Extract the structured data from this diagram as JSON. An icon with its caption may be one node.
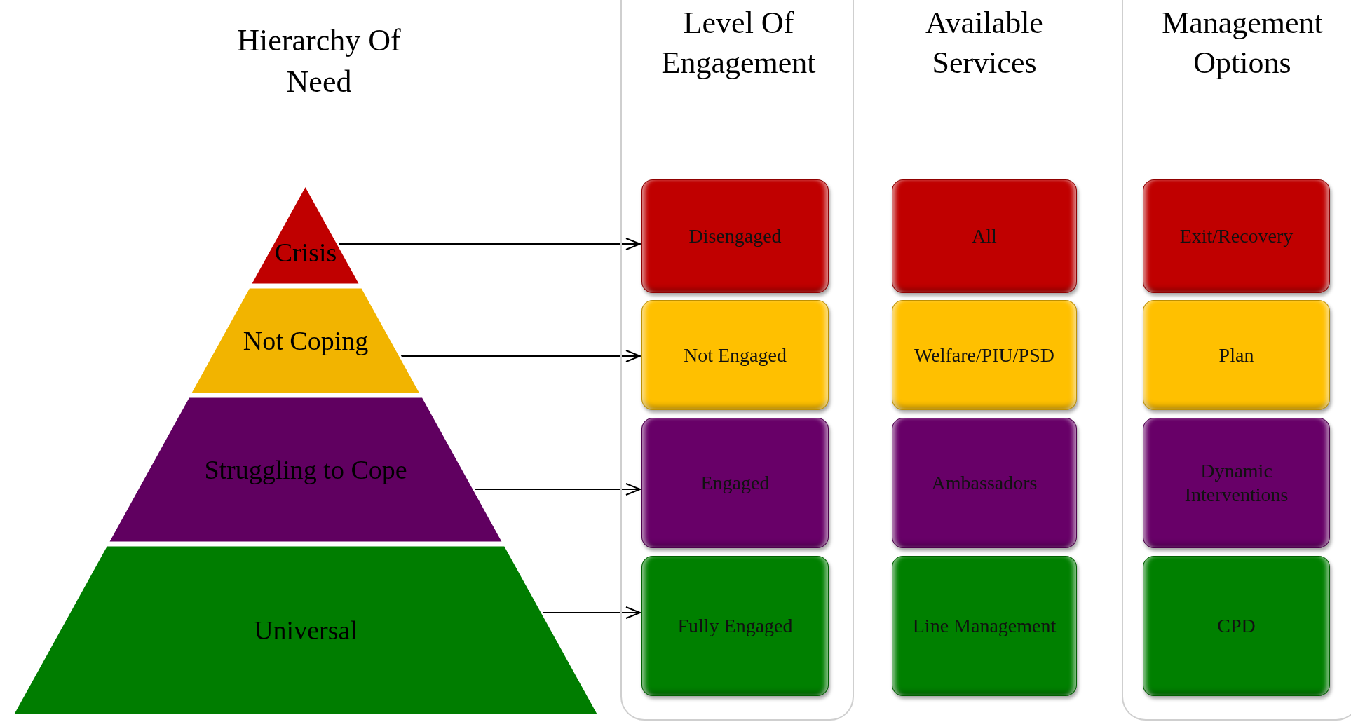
{
  "diagram": {
    "title": "Hierarchy Of Need",
    "nodes": [
      {
        "text": [
          "Crisis"
        ]
      },
      {
        "text": [
          "Not Coping"
        ]
      },
      {
        "text": [
          "Struggling to Cope"
        ]
      },
      {
        "text": [
          "Universal"
        ]
      },
      {
        "text": [
          "Level Of Engagement"
        ]
      },
      {
        "text": [
          "Disengaged"
        ],
        "in": 4
      },
      {
        "text": [
          "Not Engaged"
        ],
        "in": 4
      },
      {
        "text": [
          "Engaged"
        ],
        "in": 4
      },
      {
        "text": [
          "Fully Engaged"
        ],
        "in": 4
      },
      {
        "text": [
          "All"
        ]
      },
      {
        "text": [
          "Welfare/PIU/PSD"
        ]
      },
      {
        "text": [
          "Ambassadors"
        ]
      },
      {
        "text": [
          "Line Management"
        ]
      },
      {
        "text": [
          "Management Options"
        ]
      },
      {
        "text": [
          "Exit/Recovery"
        ],
        "in": 13
      },
      {
        "text": [
          "Plan"
        ],
        "in": 13
      },
      {
        "text": [
          "Dynamic Interventions"
        ],
        "in": 13
      },
      {
        "text": [
          "CPD"
        ],
        "in": 13
      }
    ],
    "edges": [
      {
        "from": 0,
        "to": 5,
        "arrow": "to"
      },
      {
        "from": 1,
        "to": 6,
        "arrow": "to"
      },
      {
        "from": 2,
        "to": 7,
        "arrow": "to"
      },
      {
        "from": 3,
        "to": 8,
        "arrow": "to"
      }
    ],
    "labels": [
      "Available Services"
    ]
  }
}
